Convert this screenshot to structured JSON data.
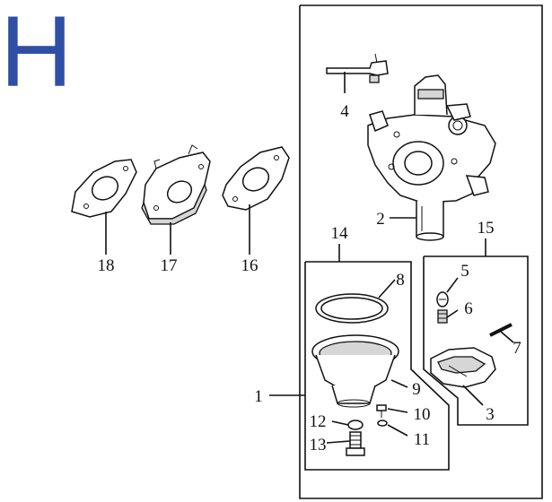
{
  "diagram": {
    "section_letter": "H",
    "callouts": {
      "c1": "1",
      "c2": "2",
      "c3": "3",
      "c4": "4",
      "c5": "5",
      "c6": "6",
      "c7": "7",
      "c8": "8",
      "c9": "9",
      "c10": "10",
      "c11": "11",
      "c12": "12",
      "c13": "13",
      "c14": "14",
      "c15": "15",
      "c16": "16",
      "c17": "17",
      "c18": "18"
    },
    "colors": {
      "letter": "#2f4fa5",
      "line": "#111111",
      "background": "#ffffff"
    }
  }
}
